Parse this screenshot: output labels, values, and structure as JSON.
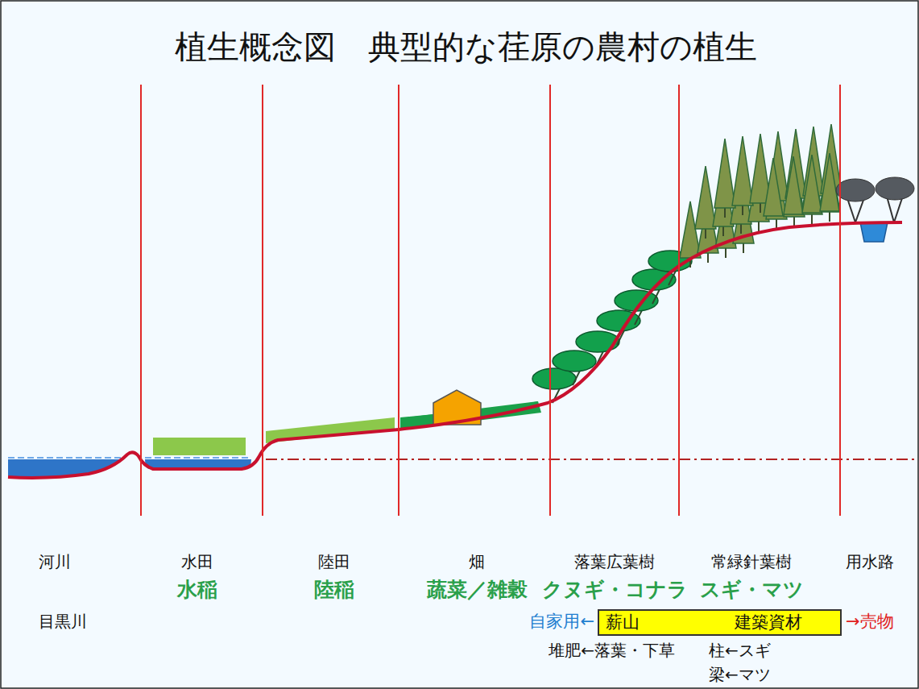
{
  "diagram": {
    "title": "植生概念図　典型的な荏原の農村の植生",
    "nodes": [
      {
        "text": [
          "薪山",
          "建築資材"
        ]
      }
    ],
    "labels": [
      "河川",
      "目黒川",
      "水田",
      "水稲",
      "陸田",
      "陸稲",
      "畑",
      "蔬菜／雑穀",
      "落葉広葉樹",
      "クヌギ・コナラ",
      "常緑針葉樹",
      "スギ・マツ",
      "用水路",
      "自家用←",
      "→売物",
      "堆肥←落葉・下草",
      "柱←スギ",
      "梁←マツ"
    ]
  }
}
